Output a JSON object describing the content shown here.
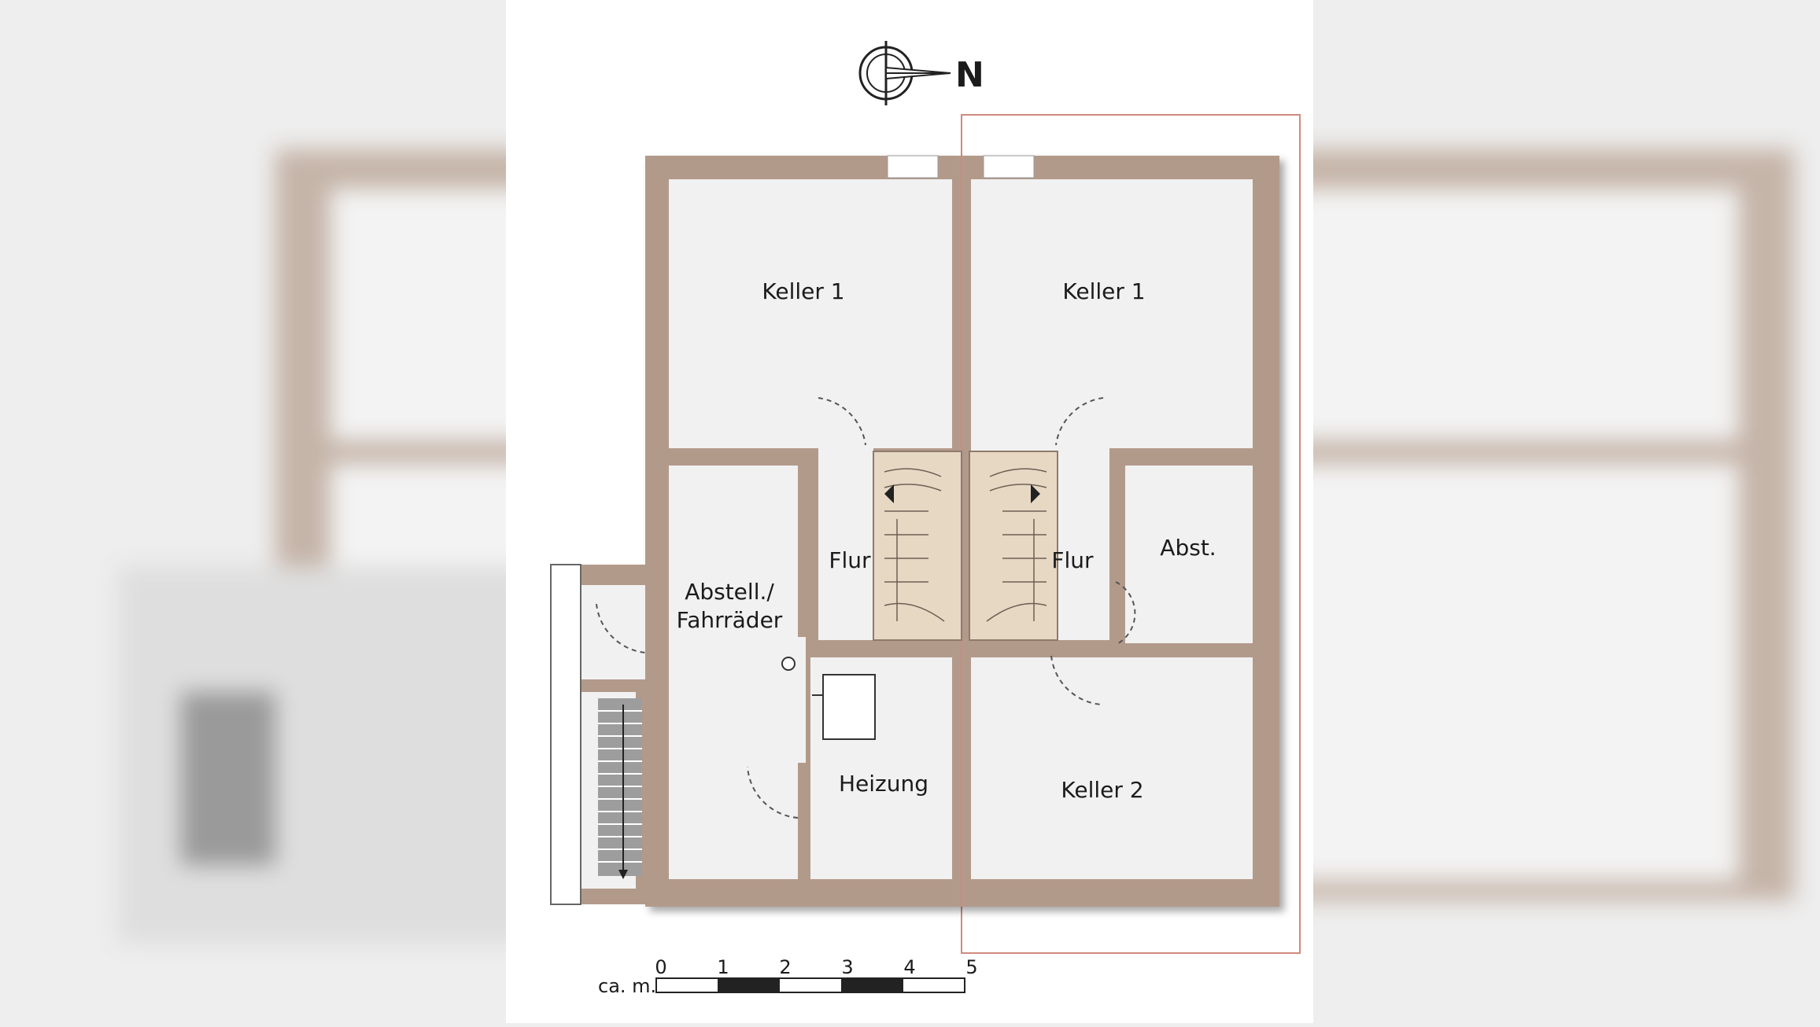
{
  "compass": {
    "north_label": "N"
  },
  "rooms": {
    "keller1_left": "Keller 1",
    "keller1_right": "Keller 1",
    "flur_left": "Flur",
    "flur_right": "Flur",
    "abstell_line1": "Abstell./",
    "abstell_line2": "Fahrräder",
    "abst": "Abst.",
    "heizung": "Heizung",
    "keller2": "Keller 2"
  },
  "scale_bar": {
    "unit_label": "ca. m.",
    "ticks": [
      "0",
      "1",
      "2",
      "3",
      "4",
      "5"
    ]
  },
  "colors": {
    "wall": "#b29a8b",
    "wall_shadow": "#8f7a6d",
    "floor": "#f1f1f1",
    "stair": "#e7d8c4",
    "outline": "#cf8a7e"
  }
}
